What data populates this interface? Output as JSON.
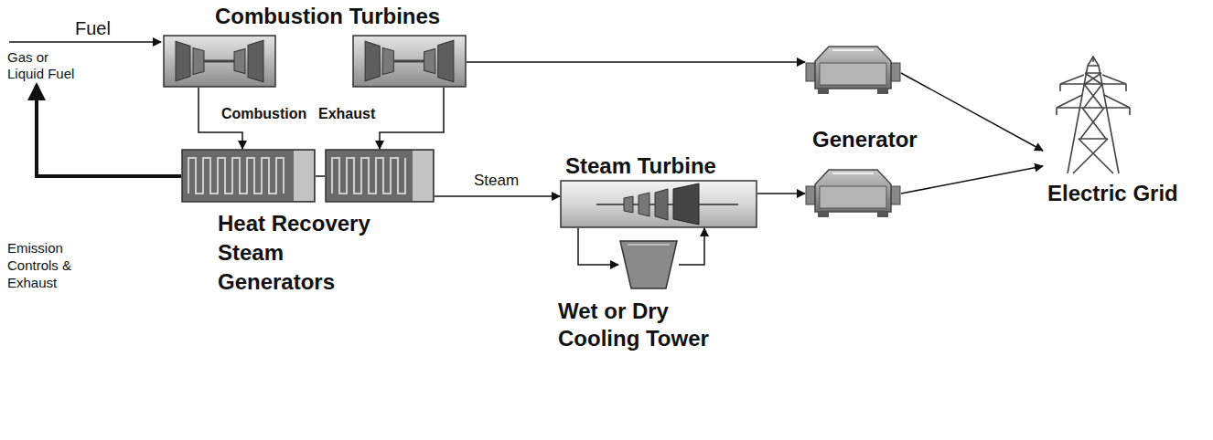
{
  "diagram": {
    "nodes": [
      {
        "text": [
          "Combustion Turbines"
        ]
      },
      {
        "text": []
      },
      {
        "text": [
          "Generator"
        ]
      },
      {
        "text": [
          "Electric Grid"
        ]
      },
      {
        "text": [
          "Heat Recovery Steam Generators"
        ]
      },
      {
        "text": []
      },
      {
        "text": [
          "Steam Turbine"
        ]
      },
      {
        "text": []
      },
      {
        "text": [
          "Wet or Dry Cooling Tower"
        ]
      }
    ],
    "edges": [
      {
        "from": 0,
        "to": 4,
        "label": "Combustion",
        "arrow": "to"
      },
      {
        "from": 1,
        "to": 5,
        "label": "Exhaust",
        "arrow": "to"
      },
      {
        "from": 4,
        "to": 5,
        "arrow": "none"
      },
      {
        "from": 5,
        "to": 6,
        "label": "Steam",
        "arrow": "to"
      },
      {
        "from": 1,
        "to": 2,
        "arrow": "to"
      },
      {
        "from": 6,
        "to": 8,
        "arrow": "to"
      },
      {
        "from": 8,
        "to": 6,
        "arrow": "to"
      },
      {
        "from": 6,
        "to": 7,
        "arrow": "to"
      },
      {
        "from": 2,
        "to": 3,
        "arrow": "to"
      },
      {
        "from": 7,
        "to": 3,
        "arrow": "to"
      }
    ],
    "labels": [
      "Fuel",
      "Gas or Liquid Fuel",
      "Emission Controls & Exhaust"
    ]
  }
}
